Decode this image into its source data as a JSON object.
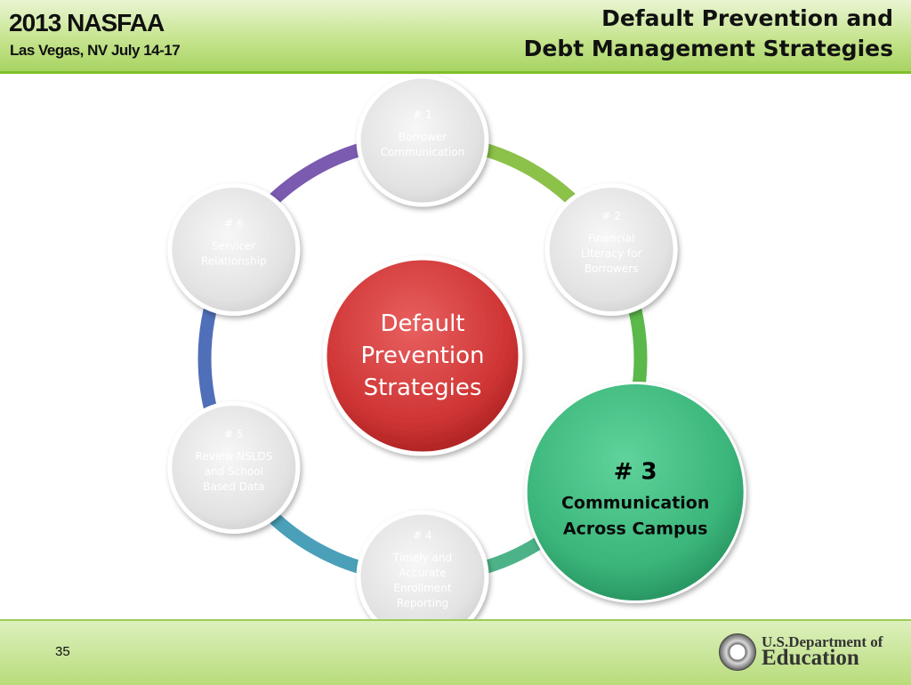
{
  "header": {
    "conference_title": "2013 NASFAA",
    "conference_subtitle": "Las Vegas, NV July 14-17",
    "slide_title_line1": "Default Prevention and",
    "slide_title_line2": "Debt Management Strategies"
  },
  "diagram": {
    "center": {
      "lines": [
        "Default",
        "Prevention",
        "Strategies"
      ],
      "color": "#d23d3d"
    },
    "nodes": [
      {
        "number": "# 1",
        "lines": [
          "Borrower",
          "Communication"
        ],
        "highlighted": false,
        "arc_color": "#8cc14a"
      },
      {
        "number": "# 2",
        "lines": [
          "Financial",
          "Literacy for",
          "Borrowers"
        ],
        "highlighted": false,
        "arc_color": "#5bb84a"
      },
      {
        "number": "# 3",
        "lines": [
          "Communication",
          "Across Campus"
        ],
        "highlighted": true,
        "arc_color": "#4cb389",
        "color": "#3fb77c"
      },
      {
        "number": "# 4",
        "lines": [
          "Timely and",
          "Accurate",
          "Enrollment",
          "Reporting"
        ],
        "highlighted": false,
        "arc_color": "#4aa0b8"
      },
      {
        "number": "# 5",
        "lines": [
          "Review NSLDS",
          "and School",
          "Based Data"
        ],
        "highlighted": false,
        "arc_color": "#4f6fb8"
      },
      {
        "number": "# 6",
        "lines": [
          "Servicer",
          "Relationship"
        ],
        "highlighted": false,
        "arc_color": "#7a5bb0"
      }
    ]
  },
  "footer": {
    "page_number": "35",
    "logo_line1": "U.S.Department of",
    "logo_line2": "Education"
  }
}
